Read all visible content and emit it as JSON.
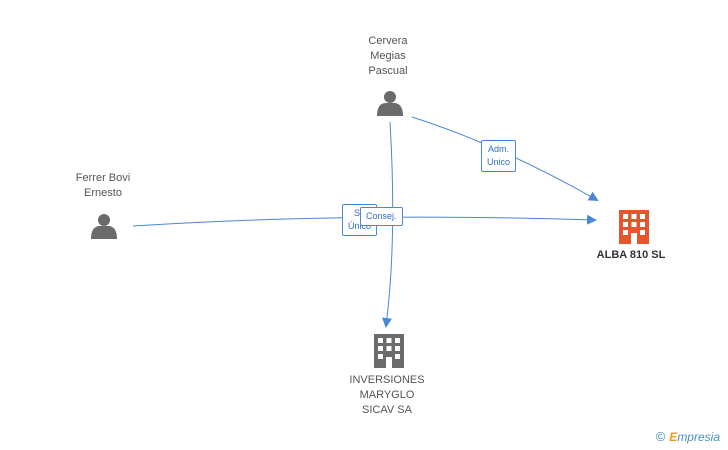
{
  "nodes": {
    "cervera": {
      "lines": [
        "Cervera",
        "Megias",
        "Pascual"
      ],
      "icon": "person-icon"
    },
    "ferrer": {
      "lines": [
        "Ferrer Bovi",
        "Ernesto"
      ],
      "icon": "person-icon"
    },
    "alba": {
      "name": "ALBA 810 SL",
      "icon": "building-icon",
      "color": "#e8542b"
    },
    "inversiones": {
      "lines": [
        "INVERSIONES",
        "MARYGLO",
        "SICAV SA"
      ],
      "icon": "building-icon",
      "color": "#6b6b6b"
    }
  },
  "edge_labels": {
    "adm": [
      "Adm.",
      "Unico"
    ],
    "socio": [
      "So",
      "Único"
    ],
    "consej": [
      "Consej."
    ]
  },
  "colors": {
    "edge": "#4a87d6",
    "person": "#6b6b6b"
  },
  "watermark": {
    "copyright": "©",
    "brand_first": "E",
    "brand_rest": "mpresia"
  }
}
